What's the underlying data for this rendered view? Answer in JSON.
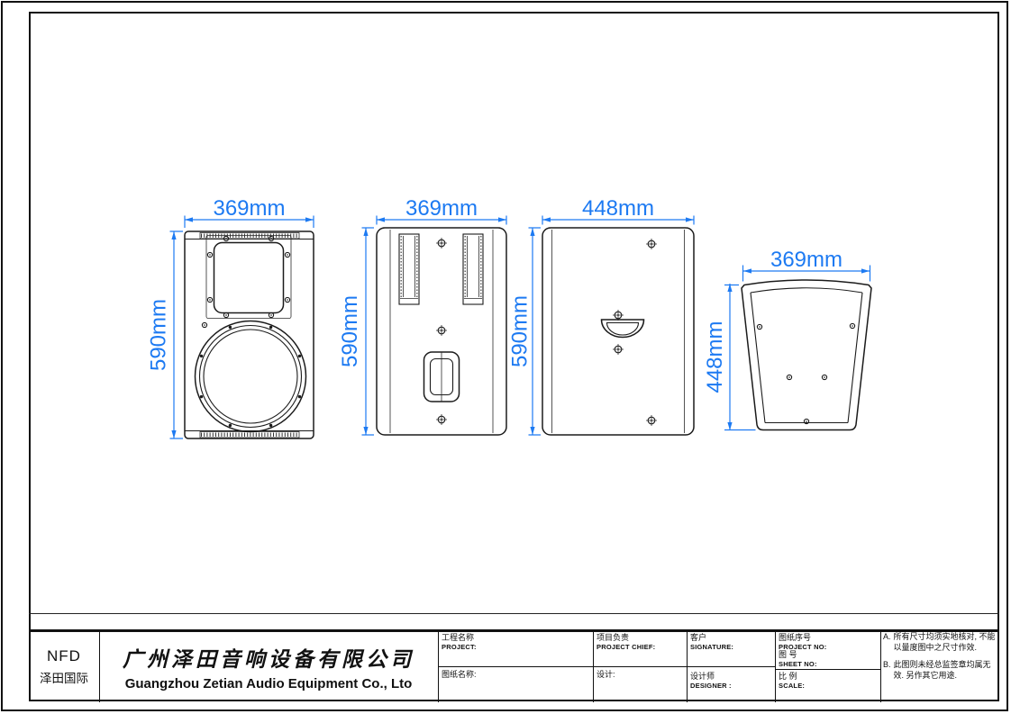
{
  "colors": {
    "dimension_blue": "#1d7af2",
    "drawing_line": "#1b1b1b",
    "background": "#ffffff"
  },
  "views": {
    "front": {
      "width": "369mm",
      "height": "590mm"
    },
    "rear": {
      "width": "369mm",
      "height": "590mm"
    },
    "side": {
      "width": "448mm",
      "height": "590mm"
    },
    "top": {
      "width": "369mm",
      "height": "448mm"
    }
  },
  "title_block": {
    "brand": {
      "name": "NFD",
      "cn": "泽田国际"
    },
    "company": {
      "cn": "广州泽田音响设备有限公司",
      "en": "Guangzhou Zetian Audio Equipment Co., Lto"
    },
    "fields": {
      "project_cn": "工程名称",
      "project_en": "PROJECT:",
      "drawing_name_cn": "图纸名称:",
      "chief_cn": "项目负责",
      "chief_en": "PROJECT CHIEF:",
      "design_cn": "设计:",
      "client_cn": "客户",
      "client_en": "SIGNATURE:",
      "designer_cn": "设计师",
      "designer_en": "DESIGNER :",
      "project_no_cn": "图纸序号",
      "project_no_en": "PROJECT NO:",
      "sheet_no_cn": "图 号",
      "sheet_no_en": "SHEET NO:",
      "scale_cn": "比 例",
      "scale_en": "SCALE:"
    },
    "notes": [
      {
        "id": "A.",
        "text": "所有尺寸均须实地核对, 不能以量度图中之尺寸作效."
      },
      {
        "id": "B.",
        "text": "此图则未经总监签章均属无效. 另作其它用途."
      }
    ]
  }
}
